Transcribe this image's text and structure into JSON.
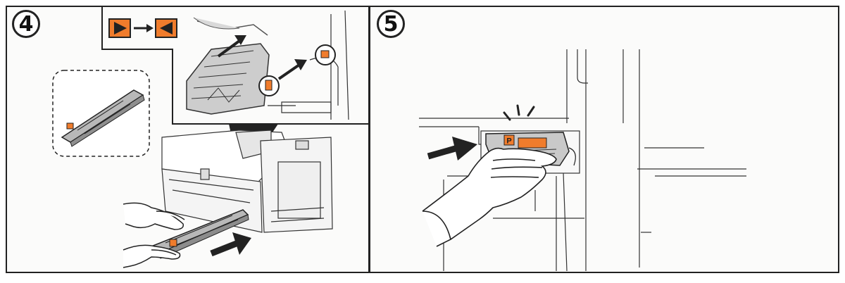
{
  "steps": [
    {
      "number": "4"
    },
    {
      "number": "5"
    }
  ],
  "lever": {
    "label": "P"
  },
  "colors": {
    "accent_orange": "#f07c2c",
    "line": "#222222",
    "fill_gray": "#cfcfcf",
    "fill_light": "#ececec"
  },
  "icons": {
    "direction_from": "triangle-right-icon",
    "direction_arrow": "arrow-right-icon",
    "direction_to": "triangle-left-icon",
    "push_arrow": "arrow-right-icon",
    "click_marks": "click-sound-icon"
  }
}
